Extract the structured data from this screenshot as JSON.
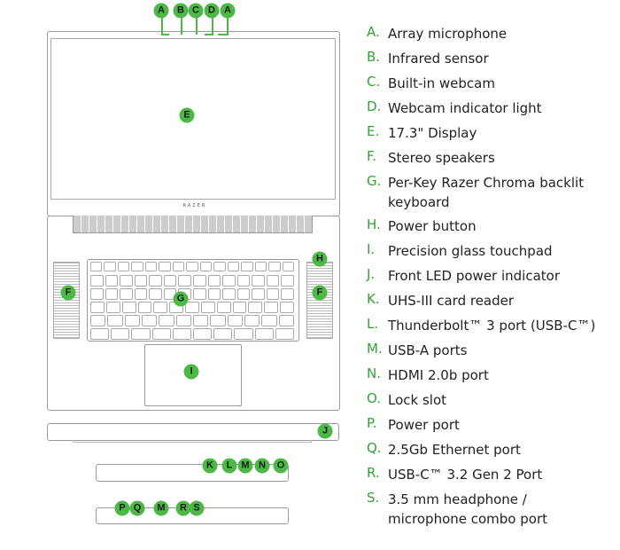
{
  "diagram": {
    "brand_logo": "RAZER",
    "callouts": {
      "top": [
        "A",
        "B",
        "C",
        "D",
        "A"
      ],
      "display": "E",
      "speaker_left": "F",
      "speaker_right": "F",
      "keyboard": "G",
      "power": "H",
      "touchpad": "I",
      "front_led": "J",
      "right_side": [
        "K",
        "L",
        "M",
        "N",
        "O"
      ],
      "left_side": [
        "P",
        "Q",
        "M",
        "R",
        "S"
      ]
    },
    "accent_color": "#4cb845"
  },
  "legend": [
    {
      "letter": "A.",
      "text": "Array microphone"
    },
    {
      "letter": "B.",
      "text": "Infrared sensor"
    },
    {
      "letter": "C.",
      "text": "Built-in webcam"
    },
    {
      "letter": "D.",
      "text": "Webcam indicator light"
    },
    {
      "letter": "E.",
      "text": "17.3\" Display"
    },
    {
      "letter": "F.",
      "text": "Stereo speakers"
    },
    {
      "letter": "G.",
      "text": "Per-Key Razer Chroma backlit keyboard"
    },
    {
      "letter": "H.",
      "text": "Power button"
    },
    {
      "letter": "I.",
      "text": "Precision glass touchpad"
    },
    {
      "letter": "J.",
      "text": "Front LED power indicator"
    },
    {
      "letter": "K.",
      "text": "UHS-III card reader"
    },
    {
      "letter": "L.",
      "text": "Thunderbolt™ 3 port (USB-C™)"
    },
    {
      "letter": "M.",
      "text": "USB-A ports"
    },
    {
      "letter": "N.",
      "text": "HDMI 2.0b port"
    },
    {
      "letter": "O.",
      "text": "Lock slot"
    },
    {
      "letter": "P.",
      "text": "Power port"
    },
    {
      "letter": "Q.",
      "text": "2.5Gb Ethernet port"
    },
    {
      "letter": "R.",
      "text": "USB-C™ 3.2 Gen 2 Port"
    },
    {
      "letter": "S.",
      "text": "3.5 mm headphone / microphone combo port"
    }
  ]
}
